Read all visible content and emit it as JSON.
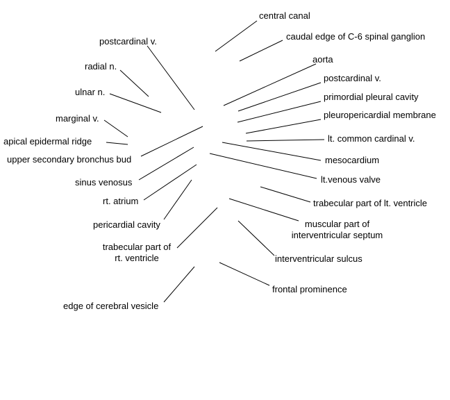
{
  "labels": {
    "central_canal": "central canal",
    "caudal_edge": "caudal edge of C-6 spinal ganglion",
    "postcardinal_left": "postcardinal v.",
    "aorta": "aorta",
    "radial_n": "radial n.",
    "postcardinal_right": "postcardinal v.",
    "ulnar_n": "ulnar n.",
    "primordial_pleural": "primordial pleural cavity",
    "marginal_v": "marginal v.",
    "pleuropericardial": "pleuropericardial membrane",
    "lt_common_cardinal": "lt. common cardinal v.",
    "apical_ridge": "apical epidermal ridge",
    "upper_bronchus": "upper secondary bronchus bud",
    "mesocardium": "mesocardium",
    "sinus_venosus": "sinus venosus",
    "lt_venous_valve": "lt.venous valve",
    "rt_atrium": "rt. atrium",
    "trabecular_lt": "trabecular part of lt. ventricle",
    "pericardial_cavity": "pericardial cavity",
    "muscular_line1": "muscular part of",
    "muscular_line2": "interventricular septum",
    "trabecular_rt_line1": "trabecular part of",
    "trabecular_rt_line2": "rt. ventricle",
    "interventricular_sulcus": "interventricular sulcus",
    "frontal_prominence": "frontal prominence",
    "edge_cerebral": "edge of cerebral vesicle"
  }
}
